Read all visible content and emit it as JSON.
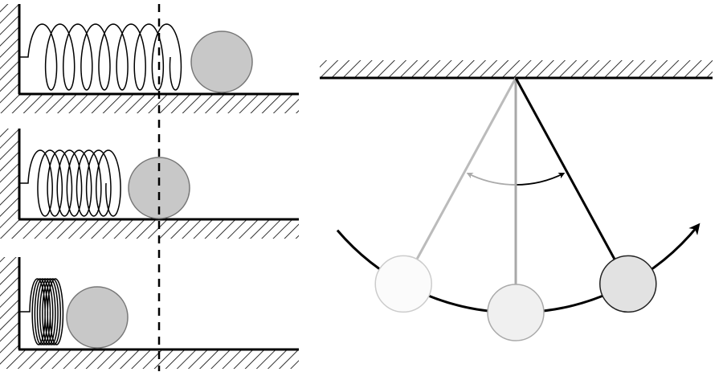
{
  "diagram": {
    "springs": [
      {
        "coils": 8,
        "state": "stretched"
      },
      {
        "coils": 8,
        "state": "equilibrium"
      },
      {
        "coils": 8,
        "state": "compressed"
      }
    ],
    "pendulum_bobs": [
      "left",
      "bottom",
      "right"
    ]
  },
  "colors": {
    "line": "#000000",
    "mass": "#c8c8c8",
    "mass_stroke": "#777777",
    "bob_left": "#fbfbfb",
    "bob_mid": "#f0f0f0",
    "bob_right": "#e2e2e2",
    "string_left": "#bbbbbb",
    "string_mid": "#a8a8a8"
  }
}
